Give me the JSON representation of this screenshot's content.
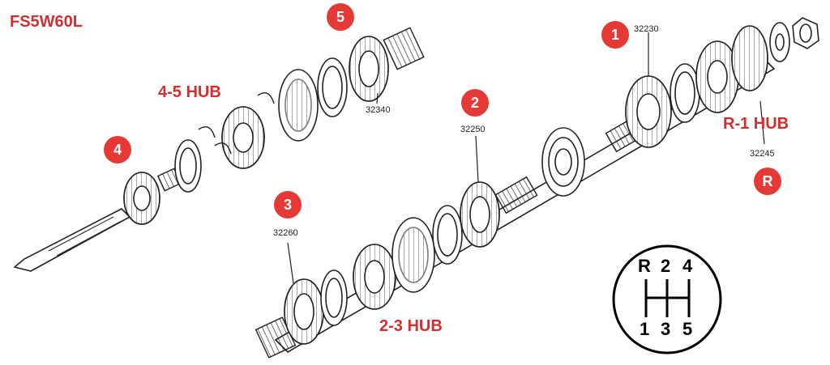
{
  "title": "FS5W60L",
  "colors": {
    "accent": "#e53935",
    "label": "#d32f2f",
    "line": "#222222"
  },
  "hubs": {
    "h45": "4-5 HUB",
    "h23": "2-3 HUB",
    "hr1": "R-1 HUB"
  },
  "badges": {
    "b1": "1",
    "b2": "2",
    "b3": "3",
    "b4": "4",
    "b5": "5",
    "br": "R"
  },
  "parts": {
    "p1": "32230",
    "p2": "32250",
    "p3": "32260",
    "p5": "32340",
    "pr": "32245"
  },
  "shift_pattern": {
    "top": [
      "R",
      "2",
      "4"
    ],
    "bottom": [
      "1",
      "3",
      "5"
    ]
  }
}
